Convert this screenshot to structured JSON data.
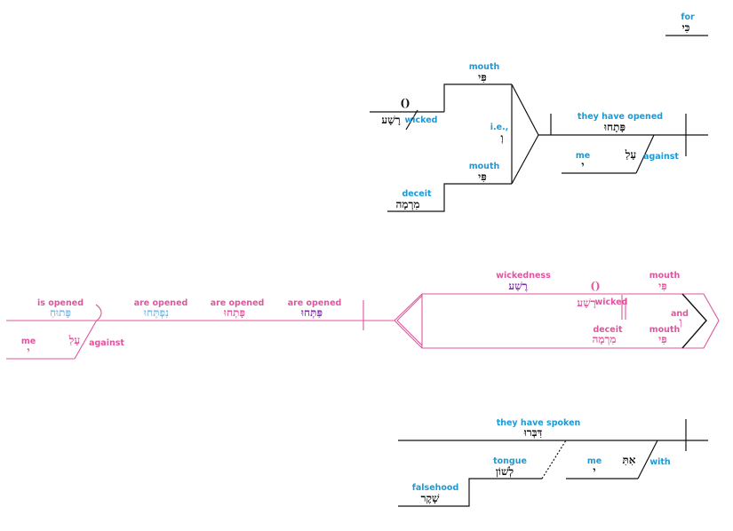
{
  "colors": {
    "cyan": "#1a9ad6",
    "pink": "#e0559e",
    "black": "#111111",
    "purple": "#7b2fa8",
    "lightblue": "#7db7e0"
  },
  "top": {
    "for_en": "for",
    "for_he": "כִּי",
    "mouth1_en": "mouth",
    "mouth1_he": "פִּי",
    "wicked_he": "רָשָׁע",
    "wicked_en": "wicked",
    "wicked_paren": "()",
    "ie_en": "i.e.,",
    "ie_he": "וְ",
    "mouth2_en": "mouth",
    "mouth2_he": "פִּי",
    "deceit_en": "deceit",
    "deceit_he": "מִרְמָה",
    "opened_en": "they have opened",
    "opened_he": "פָּתָחוּ",
    "me_en": "me",
    "me_he": "י",
    "against_he": "עָלַ",
    "against_en": "against"
  },
  "middle": {
    "isopened_en": "is opened",
    "isopened_he": "פָּתוּחַ",
    "me_en": "me",
    "me_he": "י",
    "against_he": "עָלַ",
    "against_en": "against",
    "areopened1_en": "are opened",
    "areopened1_he": "נִפְתְּחוּ",
    "areopened2_en": "are opened",
    "areopened2_he": "פָּתְחוּ",
    "areopened3_en": "are opened",
    "areopened3_he": "פַּתְּחוּ",
    "wickedness_en": "wickedness",
    "wickedness_he": "רֶשַׁע",
    "paren": "()",
    "wicked_he": "רָשָׁע",
    "wicked_en": "wicked",
    "mouth1_en": "mouth",
    "mouth1_he": "פִּי",
    "and_en": "and",
    "and_he": "וְ",
    "mouth2_en": "mouth",
    "mouth2_he": "פִּי",
    "deceit_en": "deceit",
    "deceit_he": "מִרְמָה"
  },
  "bottom": {
    "spoken_en": "they have spoken",
    "spoken_he": "דִּבְּרוּ",
    "tongue_en": "tongue",
    "tongue_he": "לְשׁוֹן",
    "falsehood_en": "falsehood",
    "falsehood_he": "שָׁקֶר",
    "me_en": "me",
    "me_he": "י",
    "with_he": "אִתִּ",
    "with_en": "with"
  }
}
